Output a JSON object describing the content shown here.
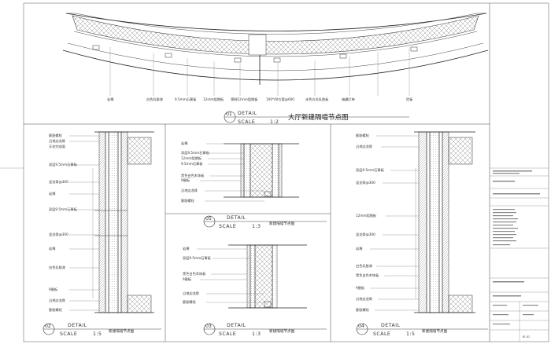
{
  "detail_1": {
    "number": "01",
    "detail": "DETAIL",
    "scale": "SCALE",
    "ratio": "1:2",
    "title": "大厅新建隔墙节点图",
    "labels": [
      "岩棉",
      "白色乳胶漆",
      "9.5mm石膏板",
      "12mm阻燃板",
      "预制12mm阻燃板",
      "100*40方管@600",
      "米色方形乳胶板",
      "暗藏灯带",
      "铝板"
    ]
  },
  "detail_2": {
    "number": "02",
    "detail": "DETAIL",
    "scale": "SCALE",
    "ratio": "1:5",
    "title": "新建隔墙节点图",
    "labels": [
      "膨胀螺栓",
      "沿地边龙骨",
      "天花完成面",
      "双层9.5mm石膏板",
      "竖龙骨@300",
      "岩棉",
      "双层9.5mm石膏板",
      "竖龙骨@300",
      "岩棉",
      "白色乳胶漆",
      "9厘板",
      "沿地边龙骨",
      "膨胀螺栓"
    ]
  },
  "detail_3": {
    "number": "03",
    "detail": "DETAIL",
    "scale": "SCALE",
    "ratio": "1:3",
    "title": "新建隔墙节点图",
    "labels": [
      "岩棉",
      "双层9.5mm石膏板",
      "黑色白色木饰板",
      "9厘板",
      "沿地边龙骨",
      "膨胀螺栓"
    ]
  },
  "detail_4": {
    "number": "04",
    "detail": "DETAIL",
    "scale": "SCALE",
    "ratio": "1:5",
    "title": "新建隔墙节点图",
    "labels": [
      "膨胀螺栓",
      "沿地边龙骨",
      "双层9.5mm石膏板",
      "竖龙骨@300",
      "12mm阻燃板",
      "竖龙骨@300",
      "岩棉",
      "白色乳胶漆",
      "黑色白色木饰板",
      "9厘板",
      "沿地边龙骨",
      "膨胀螺栓"
    ]
  },
  "detail_5": {
    "number": "05",
    "detail": "DETAIL",
    "scale": "SCALE",
    "ratio": "1:3",
    "title": "新建隔墙节点图",
    "labels": [
      "岩棉",
      "双层9.5mm石膏板",
      "12mm阻燃板",
      "9.5mm石膏板",
      "黑色白色木饰板",
      "9厘板",
      "沿地边龙骨",
      "膨胀螺栓"
    ]
  },
  "title_block": {
    "sheet_no": "IE-01"
  }
}
